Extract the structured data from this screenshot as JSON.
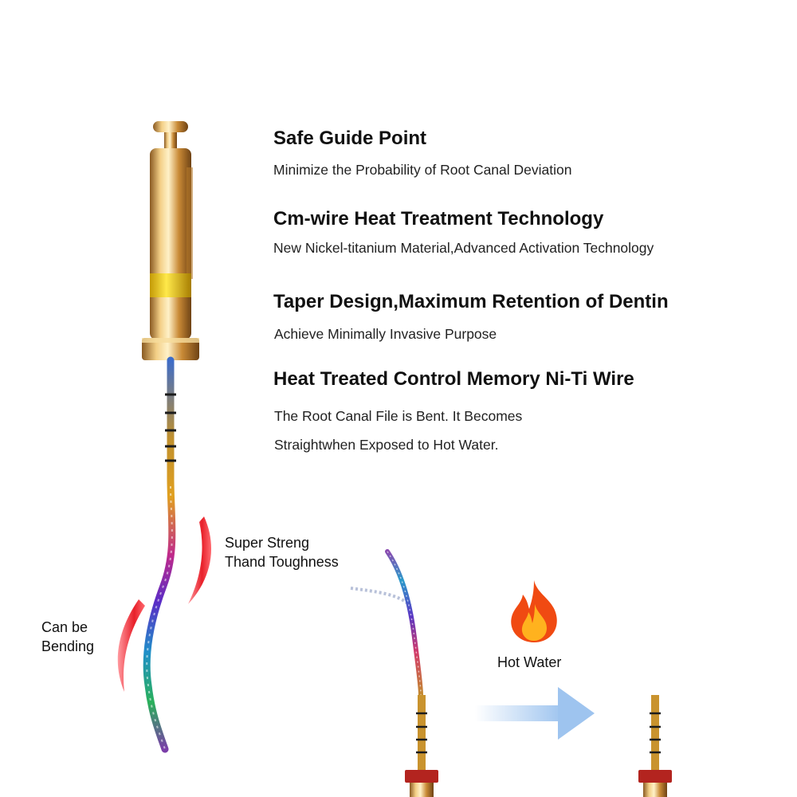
{
  "features": [
    {
      "heading": "Safe Guide Point",
      "lines": [
        "Minimize the Probability of Root Canal Deviation"
      ]
    },
    {
      "heading": "Cm-wire Heat Treatment Technology",
      "lines": [
        "New Nickel-titanium Material,Advanced Activation Technology"
      ]
    },
    {
      "heading": "Taper Design,Maximum Retention of Dentin",
      "lines": [
        "Achieve Minimally Invasive Purpose"
      ]
    },
    {
      "heading": "Heat Treated Control Memory Ni-Ti Wire",
      "lines": [
        "The Root Canal File is Bent. It Becomes",
        "Straightwhen Exposed to Hot Water."
      ]
    }
  ],
  "callouts": {
    "strength": [
      "Super Streng",
      "Thand Toughness"
    ],
    "bending": [
      "Can be",
      "Bending"
    ],
    "hot_water": "Hot Water"
  },
  "icons": {
    "flame": "flame-icon",
    "arrow": "arrow-right-icon"
  },
  "colors": {
    "gold": "#d8a14a",
    "bend_mark": "#e8202a",
    "flame_outer": "#f04a12",
    "flame_inner": "#ffb21e",
    "arrow": "#a9ccf2",
    "stopper": "#b3241f"
  }
}
